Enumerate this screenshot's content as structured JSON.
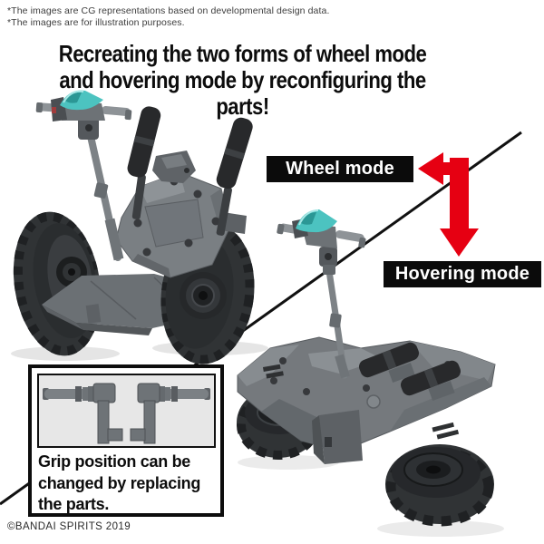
{
  "disclaimer": {
    "lines": [
      "*The images are CG representations based on developmental design data.",
      "*The images are for illustration purposes."
    ]
  },
  "title": {
    "lines": [
      "Recreating the two forms of wheel mode",
      "and hovering mode by reconfiguring the parts!"
    ]
  },
  "labels": {
    "wheel_mode": "Wheel mode",
    "hovering_mode": "Hovering mode"
  },
  "grip_note": {
    "lines": [
      "Grip position can be",
      "changed by replacing",
      "the parts."
    ]
  },
  "copyright": "©BANDAI SPIRITS 2019",
  "icons": {
    "mode_swap_arrow": "red elbow arrow pointing left at Wheel mode and down at Hovering mode",
    "divider_line": "black diagonal line separating the two modes"
  },
  "colors": {
    "accent_red": "#e60012",
    "teal": "#4cc3c0",
    "teal_shade": "#2b9795",
    "label_bg": "#0b0b0b",
    "label_text": "#ffffff",
    "line_black": "#111111",
    "body_gray": "#787d81",
    "tire_gray": "#303335",
    "panel_bg": "#e7e7e7"
  }
}
